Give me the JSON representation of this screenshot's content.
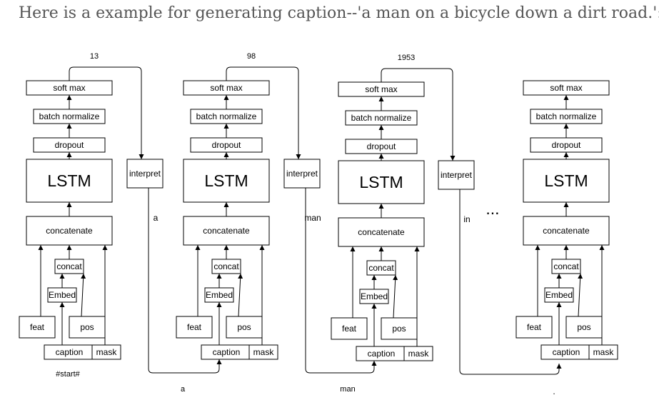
{
  "heading": "Here is a example for generating caption--'a man on a bicycle down a dirt road.':",
  "blocks": {
    "soft_max": "soft max",
    "batch_normalize": "batch normalize",
    "dropout": "dropout",
    "lstm": "LSTM",
    "concatenate": "concatenate",
    "concat": "concat",
    "embed": "Embed",
    "feat": "feat",
    "pos": "pos",
    "caption": "caption",
    "mask": "mask",
    "interpret": "interpret"
  },
  "steps": [
    {
      "output_id": "13",
      "interpreted_word": "a",
      "caption_input": "#start#"
    },
    {
      "output_id": "98",
      "interpreted_word": "man",
      "caption_input": "a"
    },
    {
      "output_id": "1953",
      "interpreted_word": "in",
      "caption_input": "man"
    },
    {
      "output_id": "",
      "interpreted_word": "",
      "caption_input": ""
    }
  ],
  "ellipsis": "...",
  "trailing_dot": "."
}
